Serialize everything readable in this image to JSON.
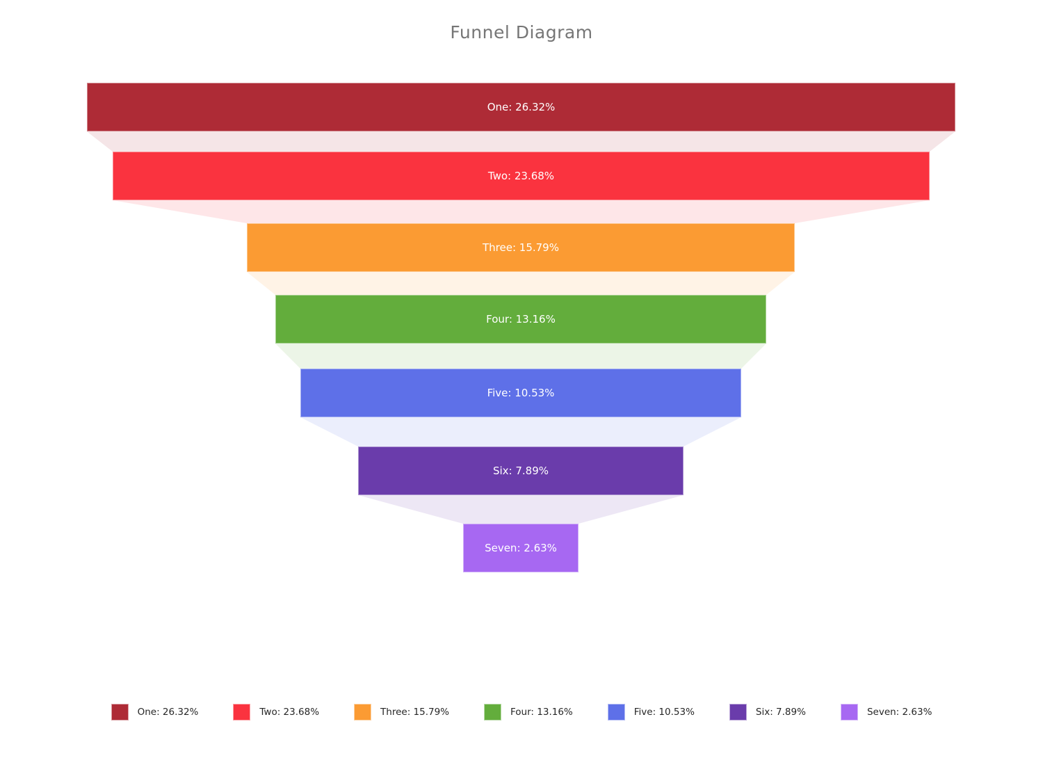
{
  "title": "Funnel Diagram",
  "background_color": "#ffffff",
  "title_color": "#767676",
  "bar_text_color": "#ffffff",
  "chart_data": {
    "type": "funnel",
    "title": "Funnel Diagram",
    "legend_position": "bottom",
    "connector_opacity": 0.12,
    "items": [
      {
        "label": "One",
        "percent": 26.32,
        "display": "One: 26.32%",
        "color": "#AE2B36",
        "width_frac": 1.0
      },
      {
        "label": "Two",
        "percent": 23.68,
        "display": "Two: 23.68%",
        "color": "#FA333F",
        "width_frac": 0.941
      },
      {
        "label": "Three",
        "percent": 15.79,
        "display": "Three: 15.79%",
        "color": "#FB9B33",
        "width_frac": 0.631
      },
      {
        "label": "Four",
        "percent": 13.16,
        "display": "Four: 13.16%",
        "color": "#63AD3C",
        "width_frac": 0.565
      },
      {
        "label": "Five",
        "percent": 10.53,
        "display": "Five: 10.53%",
        "color": "#5E70E8",
        "width_frac": 0.508
      },
      {
        "label": "Six",
        "percent": 7.89,
        "display": "Six: 7.89%",
        "color": "#6A3CAB",
        "width_frac": 0.375
      },
      {
        "label": "Seven",
        "percent": 2.63,
        "display": "Seven: 2.63%",
        "color": "#A768F2",
        "width_frac": 0.133
      }
    ]
  }
}
